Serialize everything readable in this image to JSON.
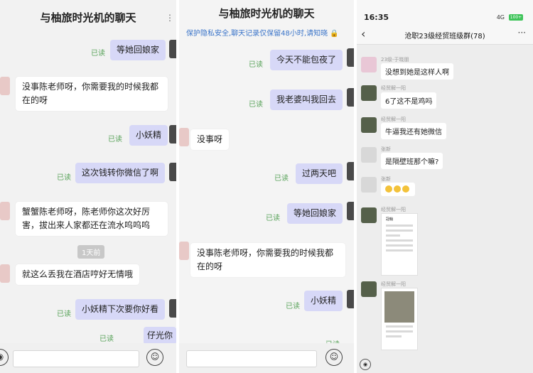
{
  "panel1": {
    "title": "与柚旅时光机的聊天",
    "messages": [
      {
        "text": "等她回娘家",
        "status": "已读"
      },
      {
        "text": "没事陈老师呀，你需要我的时候我都在的呀"
      },
      {
        "text": "小妖精",
        "status": "已读"
      },
      {
        "text": "这次钱转你微信了啊",
        "status": "已读"
      },
      {
        "text": "蟹蟹陈老师呀，陈老师你这次好厉害，拔出来人家都还在流水呜呜呜"
      },
      {
        "text": "就这么丢我在酒店哼好无情哦"
      },
      {
        "text": "小妖精下次要你好看",
        "status": "已读"
      },
      {
        "text": "已读"
      },
      {
        "text": "仔光你"
      }
    ],
    "time_chip": "1天前"
  },
  "panel2": {
    "title": "与柚旅时光机的聊天",
    "notice": "保护隐私安全,聊天记录仅保留48小时,请知晓",
    "messages": [
      {
        "text": "今天不能包夜了",
        "status": "已读"
      },
      {
        "text": "我老婆叫我回去",
        "status": "已读"
      },
      {
        "text": "没事呀"
      },
      {
        "text": "过两天吧",
        "status": "已读"
      },
      {
        "text": "等她回娘家",
        "status": "已读"
      },
      {
        "text": "没事陈老师呀，你需要我的时候我都在的呀"
      },
      {
        "text": "小妖精",
        "status": "已读"
      },
      {
        "text": "已读"
      }
    ]
  },
  "panel3": {
    "time": "16:35",
    "network": "4G",
    "battery": "100+",
    "group_title": "沧职23级经贸班级群(78)",
    "messages": [
      {
        "sender": "23级-于晓朋",
        "text": "没想到她是这样人啊"
      },
      {
        "sender": "经贸解一阳",
        "text": "6了这不是鸡吗"
      },
      {
        "sender": "经贸解一阳",
        "text": "牛逼我还有她微信"
      },
      {
        "sender": "张新",
        "text": "是隔壁班那个嘛?"
      },
      {
        "sender": "张新",
        "text": ""
      },
      {
        "sender": "经贸解一阳",
        "text": ""
      },
      {
        "sender": "经贸解一阳",
        "text": ""
      }
    ],
    "card_text": "冠翰"
  }
}
